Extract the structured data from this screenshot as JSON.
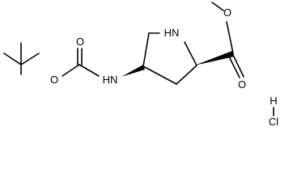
{
  "structure": {
    "atoms": {
      "ring_nh": "HN",
      "carbamate_nh": "HN",
      "carbamate_carbonyl_o": "O",
      "carbamate_ester_o": "O",
      "ester_carbonyl_o": "O",
      "ester_methoxy_o": "O",
      "hcl_h": "H",
      "hcl_cl": "Cl"
    }
  }
}
